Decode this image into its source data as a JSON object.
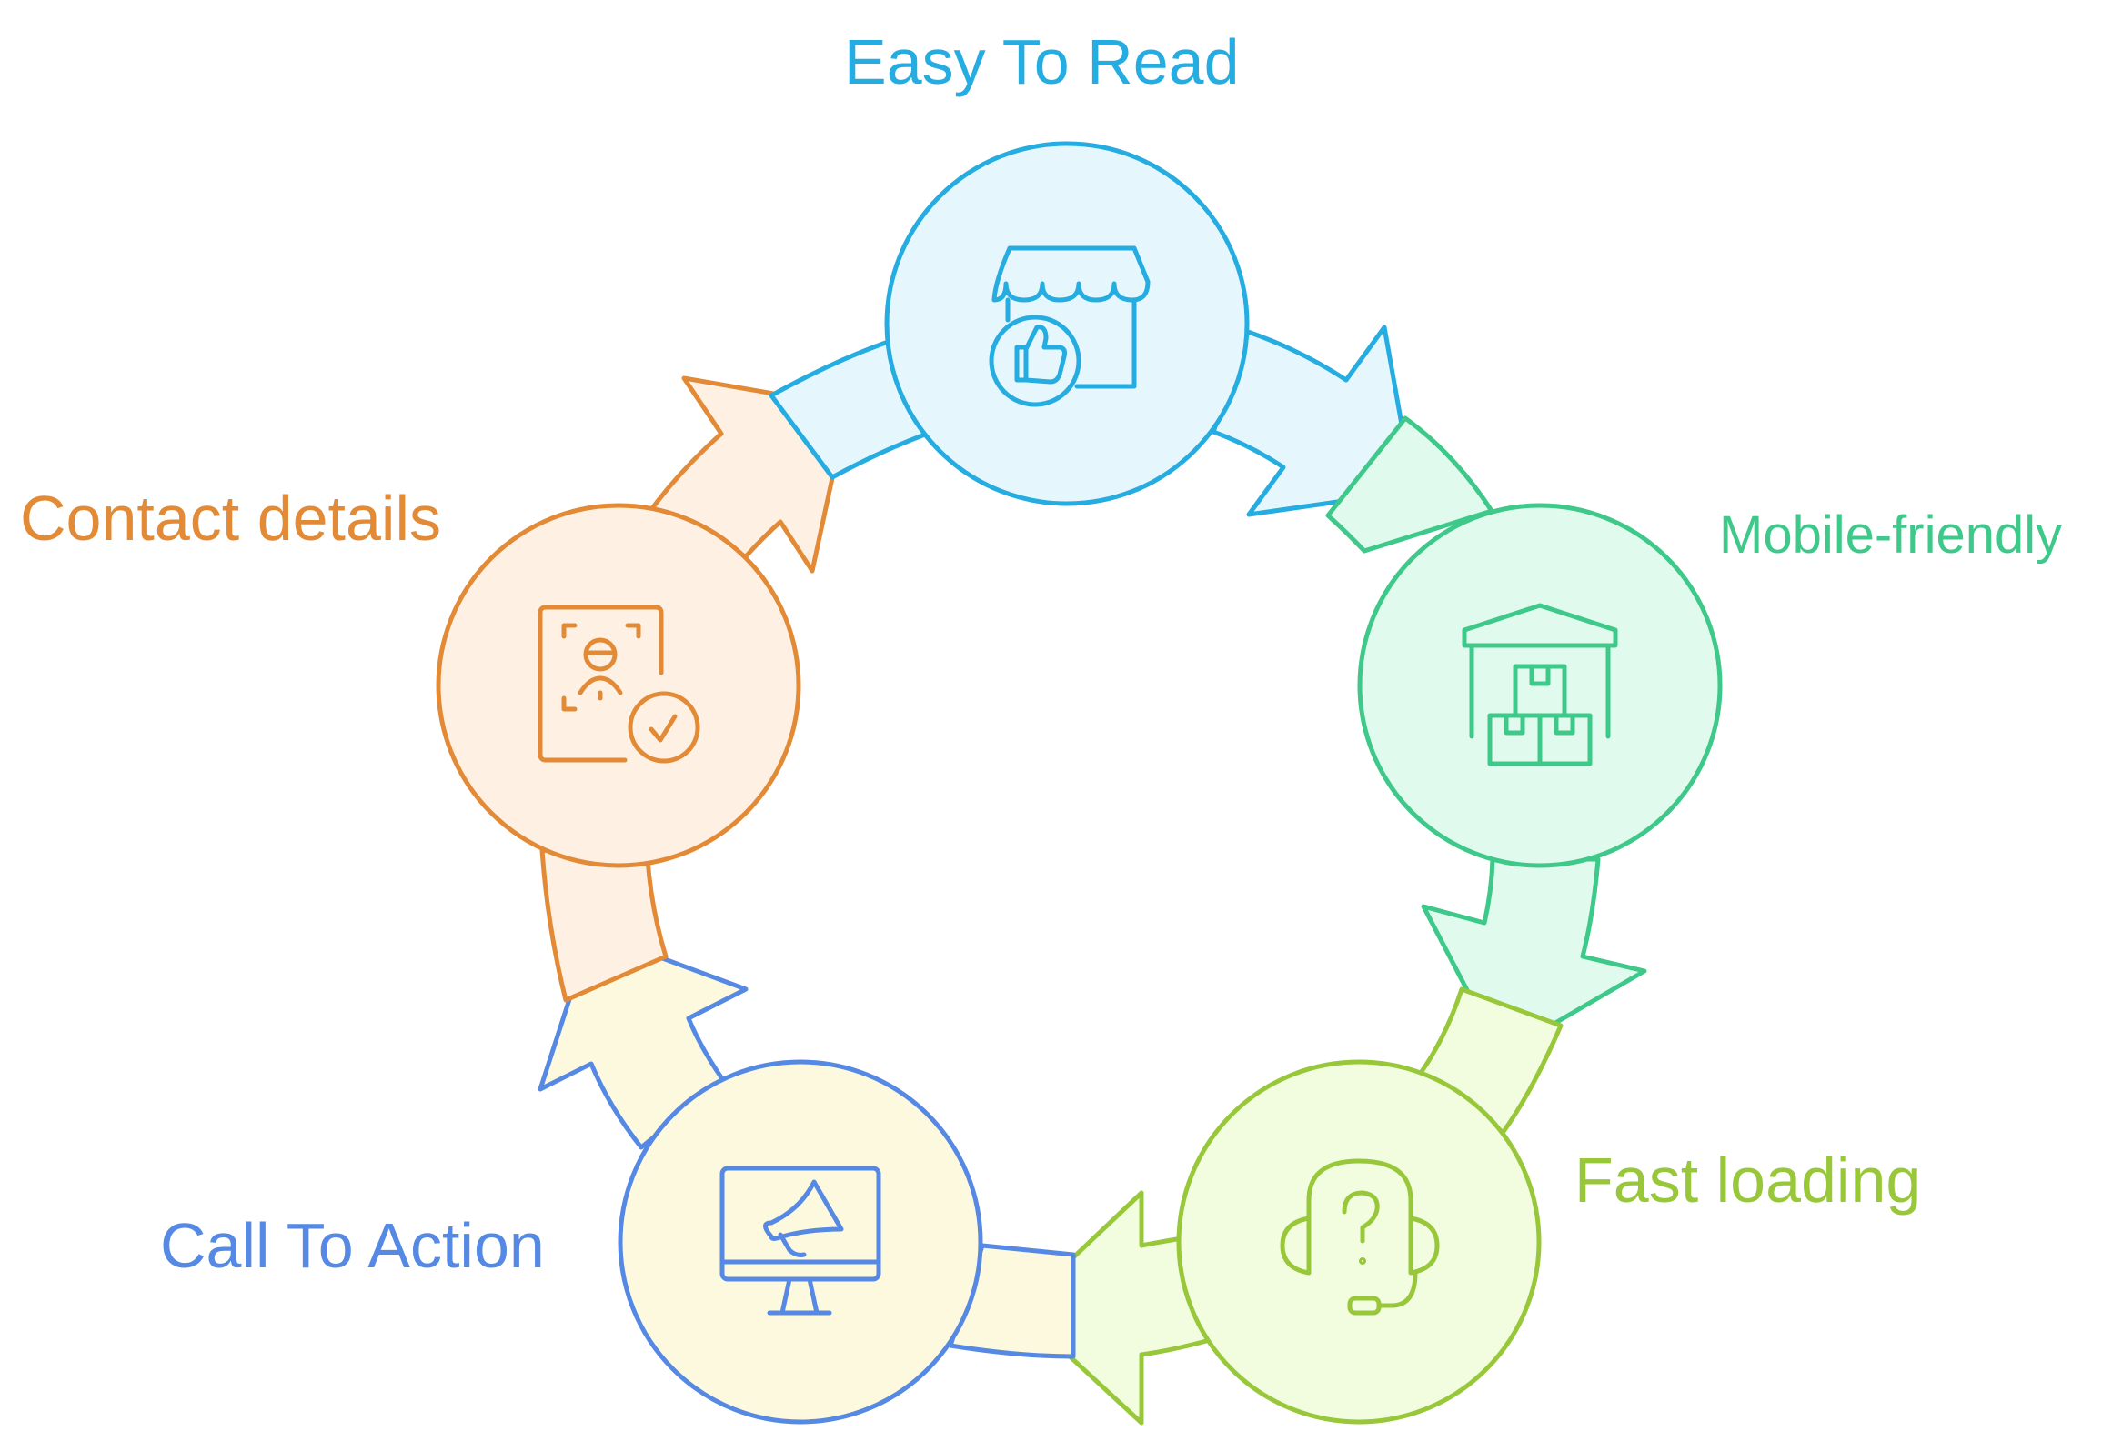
{
  "stages": [
    {
      "label": "Easy To Read",
      "color": "#25ace0",
      "fill": "#e5f7fd",
      "icon": "storefront-thumbs-up-icon"
    },
    {
      "label": "Mobile-friendly",
      "color": "#3ec88a",
      "fill": "#e0fbee",
      "icon": "warehouse-boxes-icon"
    },
    {
      "label": "Fast loading",
      "color": "#98c83a",
      "fill": "#f2fde0",
      "icon": "headset-support-icon"
    },
    {
      "label": "Call To Action",
      "color": "#5689e4",
      "fill": "#fdf9df",
      "icon": "monitor-megaphone-icon"
    },
    {
      "label": "Contact details",
      "color": "#e28a35",
      "fill": "#fef1e4",
      "icon": "id-document-check-icon"
    }
  ]
}
